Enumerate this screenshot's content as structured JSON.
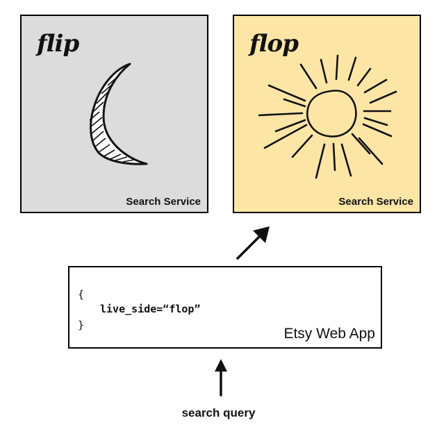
{
  "flip_panel": {
    "title": "flip",
    "caption": "Search Service",
    "icon": "moon-icon",
    "background": "#dcdcdc"
  },
  "flop_panel": {
    "title": "flop",
    "caption": "Search Service",
    "icon": "sun-icon",
    "background": "#fde5a6"
  },
  "web_app": {
    "code_open": "{",
    "code_line": "live_side=“flop”",
    "code_close": "}",
    "label": "Etsy Web App"
  },
  "query": {
    "label": "search query"
  }
}
